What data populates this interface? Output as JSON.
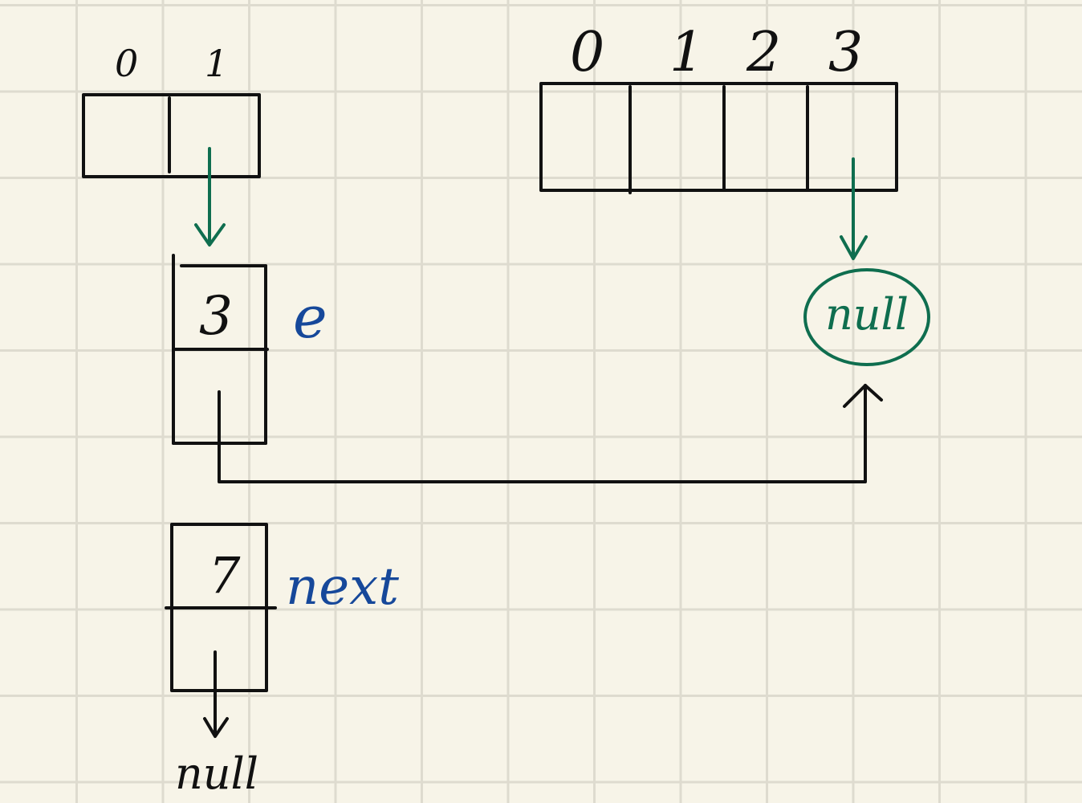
{
  "small_array": {
    "indices": [
      "0",
      "1"
    ]
  },
  "large_array": {
    "indices": [
      "0",
      "1",
      "2",
      "3"
    ]
  },
  "node_e": {
    "value": "3",
    "name": "e"
  },
  "node_next": {
    "value": "7",
    "name": "next"
  },
  "null_circled": "null",
  "null_bottom": "null",
  "colors": {
    "background": "#f7f4e8",
    "grid": "#dedbcf",
    "ink": "#111111",
    "green": "#0f6e4f",
    "blue": "#16489a"
  }
}
